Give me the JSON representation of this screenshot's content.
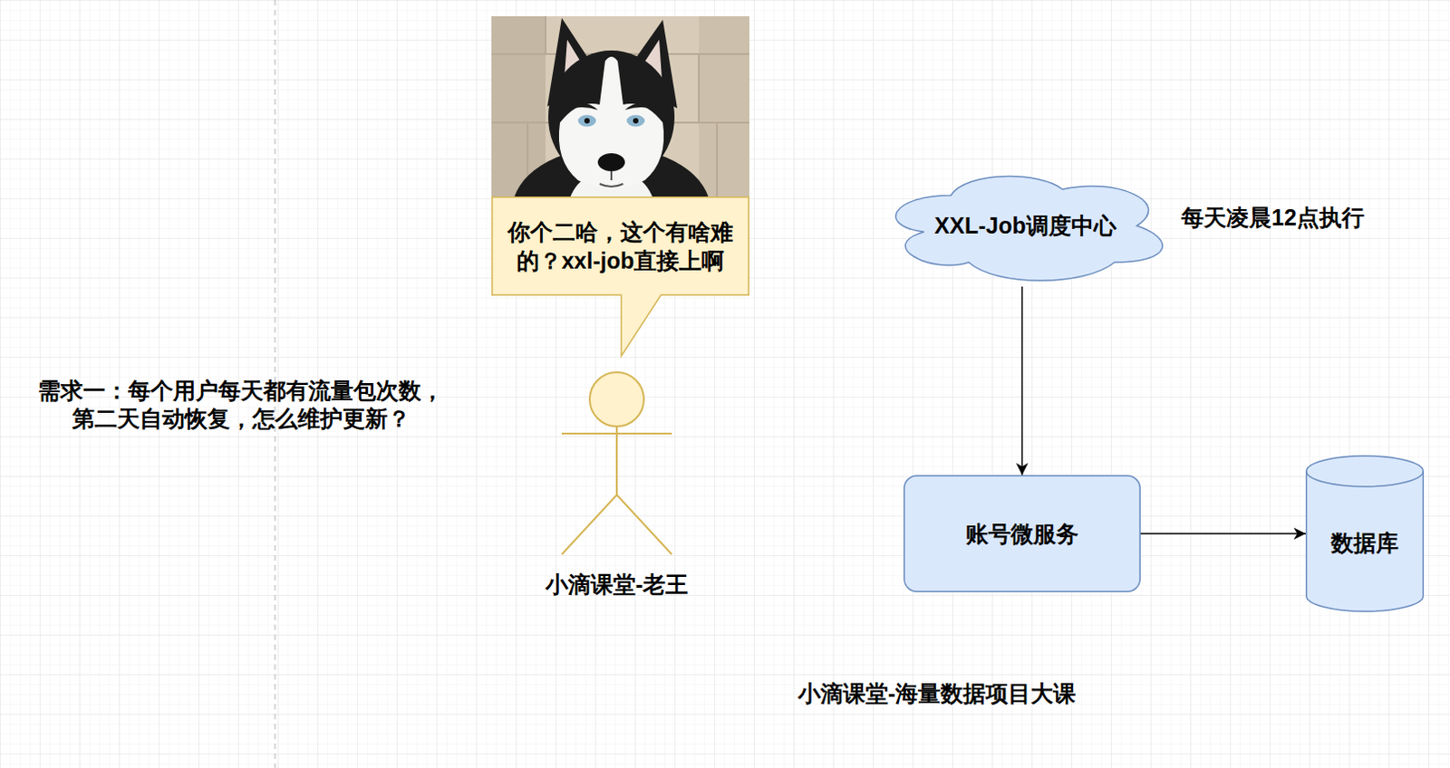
{
  "diagram": {
    "nodes": [
      {
        "text": [
          "你个二哈，这个有啥难的？xxl-job直接上啊"
        ]
      },
      {
        "text": [
          "小滴课堂-老王"
        ]
      },
      {
        "text": [
          "XXL-Job调度中心"
        ]
      },
      {
        "text": [
          "账号微服务"
        ]
      },
      {
        "text": [
          "数据库"
        ]
      }
    ],
    "edges": [
      {
        "from": 2,
        "to": 3,
        "arrow": "to"
      },
      {
        "from": 3,
        "to": 4,
        "arrow": "to"
      }
    ],
    "labels": [
      "需求一：每个用户每天都有流量包次数，第二天自动恢复，怎么维护更新？",
      "每天凌晨12点执行",
      "小滴课堂-海量数据项目大课"
    ]
  }
}
